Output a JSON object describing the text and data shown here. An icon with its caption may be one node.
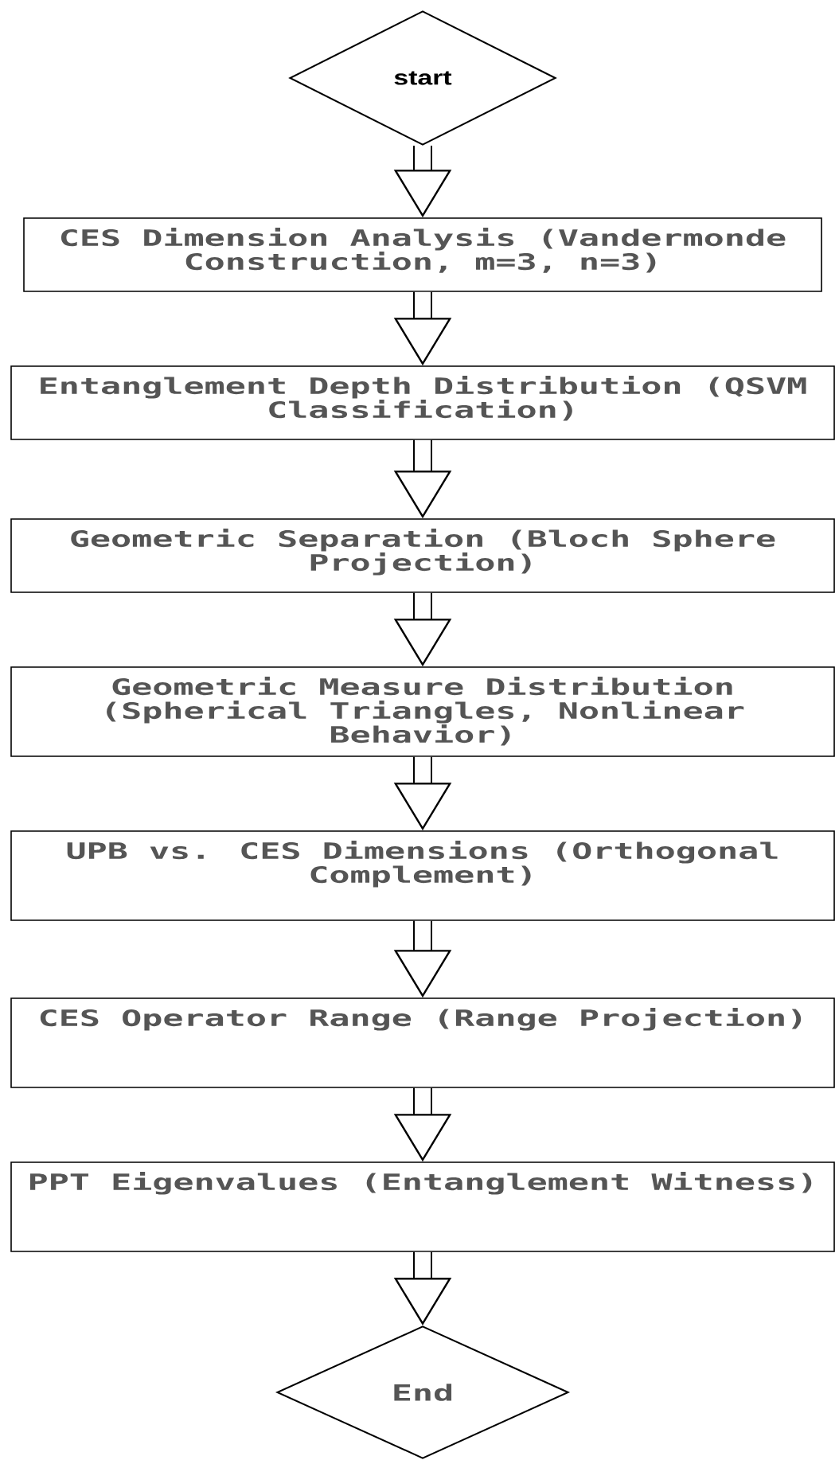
{
  "diagram": {
    "nodes": [
      {
        "text": [
          "start"
        ]
      },
      {
        "text": [
          "CES Dimension Analysis (Vandermonde Construction, m=3, n=3)"
        ]
      },
      {
        "text": [
          "Entanglement Depth Distribution (QSVM Classification)"
        ]
      },
      {
        "text": [
          "Geometric Separation (Bloch Sphere Projection)"
        ]
      },
      {
        "text": [
          "Geometric Measure Distribution (Spherical Triangles, Nonlinear Behavior)"
        ]
      },
      {
        "text": [
          "UPB vs. CES Dimensions (Orthogonal Complement)"
        ]
      },
      {
        "text": [
          "CES Operator Range (Range Projection)"
        ]
      },
      {
        "text": [
          "PPT Eigenvalues (Entanglement Witness)"
        ]
      },
      {
        "text": [
          "End"
        ]
      }
    ],
    "edges": [
      {
        "from": 0,
        "to": 1,
        "arrow": "to"
      },
      {
        "from": 1,
        "to": 2,
        "arrow": "to"
      },
      {
        "from": 2,
        "to": 3,
        "arrow": "to"
      },
      {
        "from": 3,
        "to": 4,
        "arrow": "to"
      },
      {
        "from": 4,
        "to": 5,
        "arrow": "to"
      },
      {
        "from": 5,
        "to": 6,
        "arrow": "to"
      },
      {
        "from": 6,
        "to": 7,
        "arrow": "to"
      },
      {
        "from": 7,
        "to": 8,
        "arrow": "to"
      }
    ]
  }
}
